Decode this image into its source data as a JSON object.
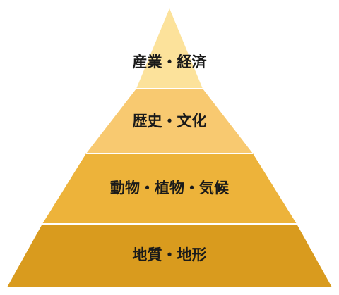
{
  "pyramid": {
    "tiers": [
      {
        "label": "産業・経済",
        "color": "#FCE29B"
      },
      {
        "label": "歴史・文化",
        "color": "#F8C970"
      },
      {
        "label": "動物・植物・気候",
        "color": "#EDB33A"
      },
      {
        "label": "地質・地形",
        "color": "#D99B1E"
      }
    ],
    "divider_color": "#ffffff"
  }
}
